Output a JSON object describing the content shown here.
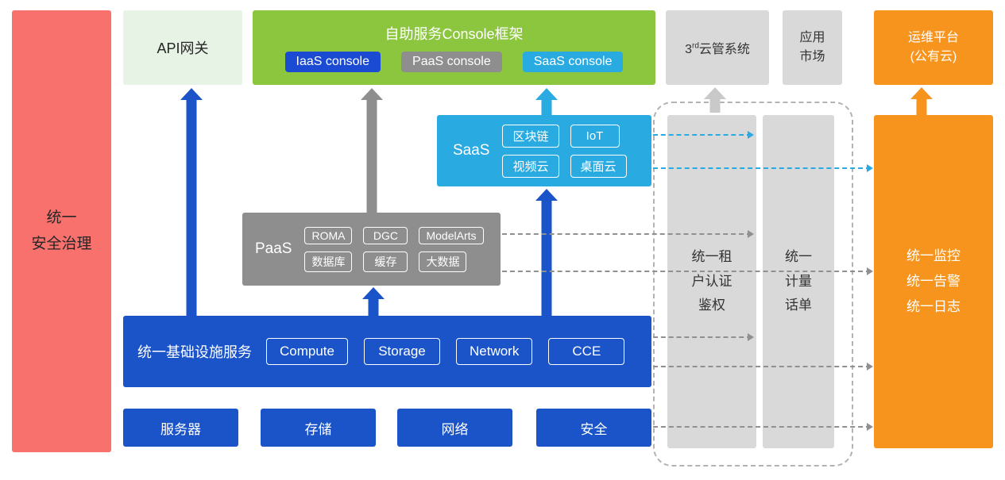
{
  "palette": {
    "red": "#f8716d",
    "pale_green": "#e7f3e4",
    "green": "#8cc63e",
    "blue": "#1b54c9",
    "gray": "#8e8e8e",
    "light_gray": "#d9d9d9",
    "cyan": "#29abe2",
    "orange": "#f7941e"
  },
  "left_bar": {
    "label": "统一\n安全治理"
  },
  "top_row": {
    "api_gateway": {
      "label": "API网关"
    },
    "console_frame": {
      "title": "自助服务Console框架",
      "iaas_console": "IaaS console",
      "paas_console": "PaaS console",
      "saas_console": "SaaS console"
    },
    "third_cloud": {
      "num": "3",
      "sup": "rd",
      "rest": "云管系统"
    },
    "app_market": {
      "label": "应用\n市场"
    },
    "om_platform": {
      "label": "运维平台\n(公有云)"
    }
  },
  "saas": {
    "label": "SaaS",
    "chips": [
      "区块链",
      "IoT",
      "视频云",
      "桌面云"
    ]
  },
  "paas": {
    "label": "PaaS",
    "chips": [
      "ROMA",
      "DGC",
      "ModelArts",
      "数据库",
      "缓存",
      "大数据"
    ]
  },
  "infra": {
    "label": "统一基础设施服务",
    "chips": [
      "Compute",
      "Storage",
      "Network",
      "CCE"
    ]
  },
  "hardware": {
    "items": [
      "服务器",
      "存储",
      "网络",
      "安全"
    ]
  },
  "right": {
    "tenant_auth": {
      "label": "统一租\n户认证\n鉴权"
    },
    "metering": {
      "label": "统一\n计量\n话单"
    },
    "monitoring": {
      "label": "统一监控\n统一告警\n统一日志"
    }
  }
}
